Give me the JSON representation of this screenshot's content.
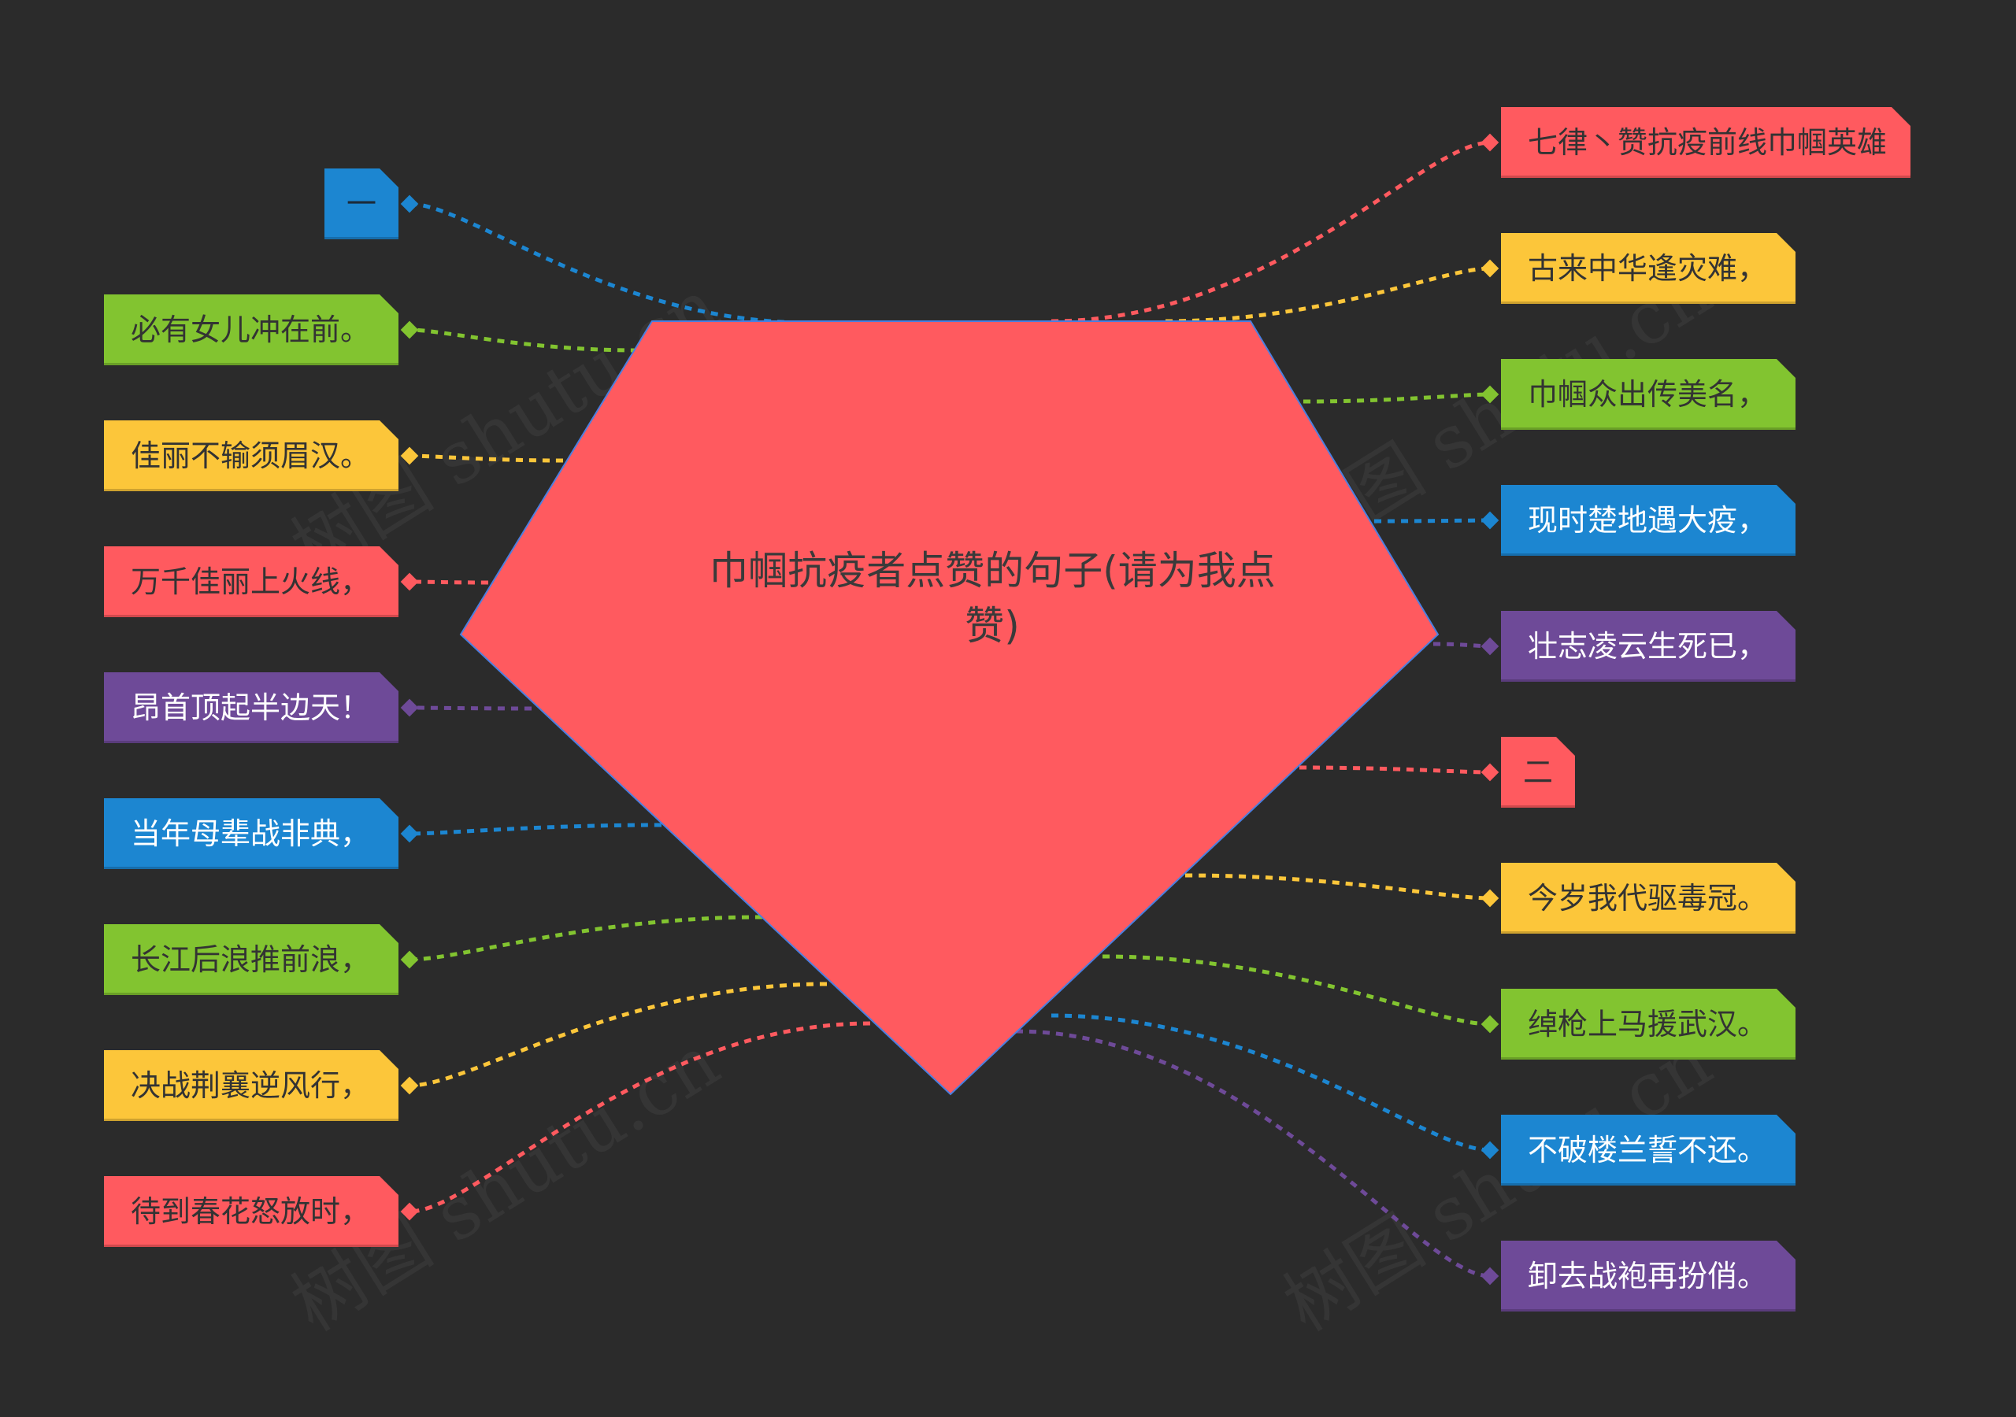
{
  "center": {
    "title": "巾帼抗疫者点赞的句子(请为我点赞)",
    "color": "#ff5a5f",
    "border_color": "#4a7fe0",
    "text_color": "#3a3a3a"
  },
  "watermark": "树图 shutu.cn",
  "left_nodes": [
    {
      "label": "一",
      "color": "#1c86d1",
      "text_color": "#1b2b3a"
    },
    {
      "label": "必有女儿冲在前。",
      "color": "#82c430",
      "text_color": "#333333"
    },
    {
      "label": "佳丽不输须眉汉。",
      "color": "#fcc63a",
      "text_color": "#333333"
    },
    {
      "label": "万千佳丽上火线，",
      "color": "#ff5a5f",
      "text_color": "#333333"
    },
    {
      "label": "昂首顶起半边天！",
      "color": "#6e4a98",
      "text_color": "#ffffff"
    },
    {
      "label": "当年母辈战非典，",
      "color": "#1c86d1",
      "text_color": "#ffffff"
    },
    {
      "label": "长江后浪推前浪，",
      "color": "#82c430",
      "text_color": "#333333"
    },
    {
      "label": "决战荆襄逆风行，",
      "color": "#fcc63a",
      "text_color": "#333333"
    },
    {
      "label": "待到春花怒放时，",
      "color": "#ff5a5f",
      "text_color": "#333333"
    }
  ],
  "right_nodes": [
    {
      "label": "七律丶赞抗疫前线巾帼英雄",
      "color": "#ff5a5f",
      "text_color": "#333333"
    },
    {
      "label": "古来中华逢灾难，",
      "color": "#fcc63a",
      "text_color": "#333333"
    },
    {
      "label": "巾帼众出传美名，",
      "color": "#82c430",
      "text_color": "#333333"
    },
    {
      "label": "现时楚地遇大疫，",
      "color": "#1c86d1",
      "text_color": "#ffffff"
    },
    {
      "label": "壮志凌云生死已，",
      "color": "#6e4a98",
      "text_color": "#ffffff"
    },
    {
      "label": "二",
      "color": "#ff5a5f",
      "text_color": "#333333"
    },
    {
      "label": "今岁我代驱毒冠。",
      "color": "#fcc63a",
      "text_color": "#333333"
    },
    {
      "label": "绰枪上马援武汉。",
      "color": "#82c430",
      "text_color": "#333333"
    },
    {
      "label": "不破楼兰誓不还。",
      "color": "#1c86d1",
      "text_color": "#ffffff"
    },
    {
      "label": "卸去战袍再扮俏。",
      "color": "#6e4a98",
      "text_color": "#ffffff"
    }
  ]
}
